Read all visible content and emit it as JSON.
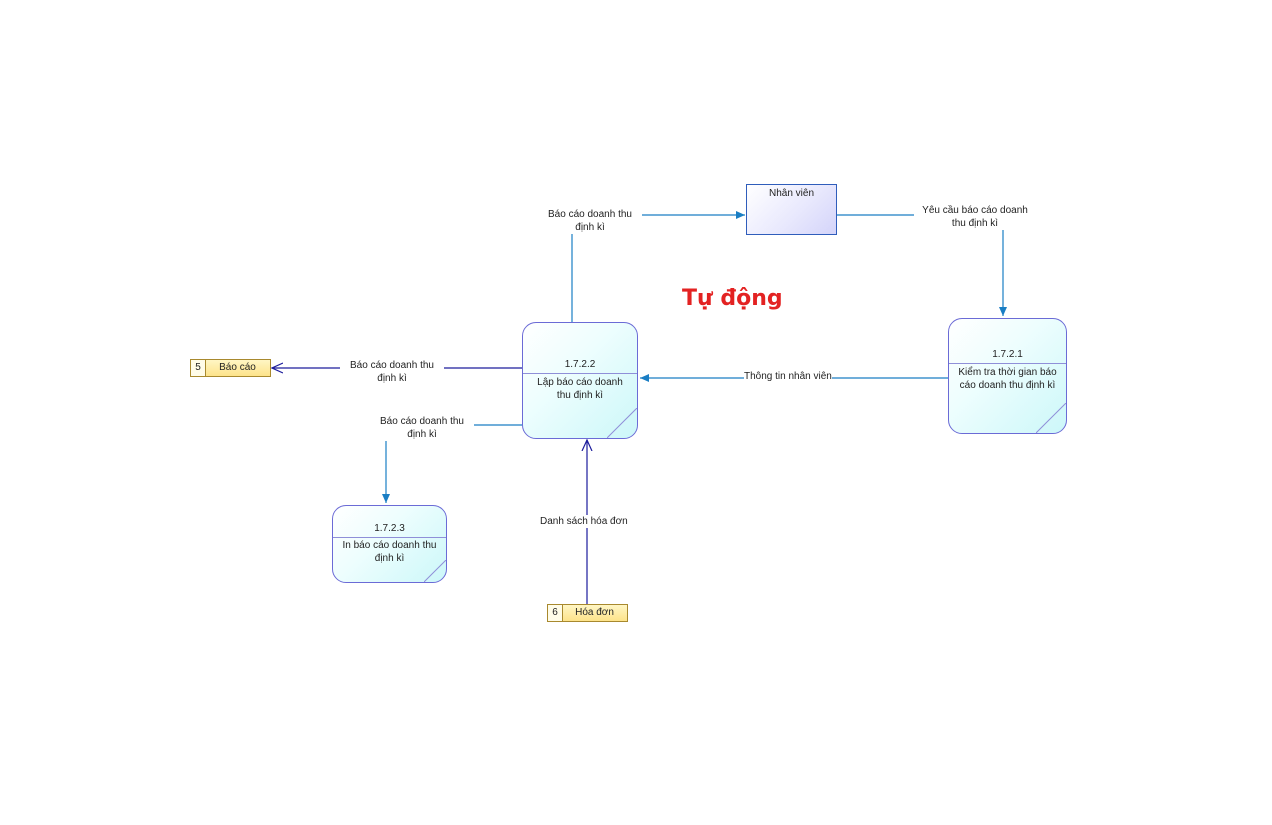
{
  "title": "Tự động",
  "external_entities": {
    "nhan_vien": {
      "label": "Nhân viên"
    }
  },
  "processes": {
    "p_1_7_2_1": {
      "id": "1.7.2.1",
      "name": "Kiểm tra thời gian báo cáo doanh thu định kì"
    },
    "p_1_7_2_2": {
      "id": "1.7.2.2",
      "name": "Lập báo cáo doanh thu định kì"
    },
    "p_1_7_2_3": {
      "id": "1.7.2.3",
      "name": "In báo cáo doanh thu định kì"
    }
  },
  "data_stores": {
    "bao_cao": {
      "number": "5",
      "label": "Báo cáo"
    },
    "hoa_don": {
      "number": "6",
      "label": "Hóa đơn"
    }
  },
  "flows": {
    "to_nhan_vien": {
      "label": "Báo cáo doanh thu định kì"
    },
    "yeu_cau": {
      "label": "Yêu cầu báo cáo doanh thu định kì"
    },
    "thong_tin_nhan_vien": {
      "label": "Thông tin nhân viên"
    },
    "to_bao_cao": {
      "label": "Báo cáo doanh thu định kì"
    },
    "to_in": {
      "label": "Báo cáo doanh thu định kì"
    },
    "danh_sach_hoa_don": {
      "label": "Danh sách hóa đơn"
    }
  },
  "colors": {
    "flow_line_blue": "#1a7ec4",
    "flow_line_navy": "#1c1c9c",
    "title_red": "#e32222",
    "process_border": "#6b6bd6",
    "entity_border": "#2f5dbb",
    "store_fill": "#fde38a"
  }
}
